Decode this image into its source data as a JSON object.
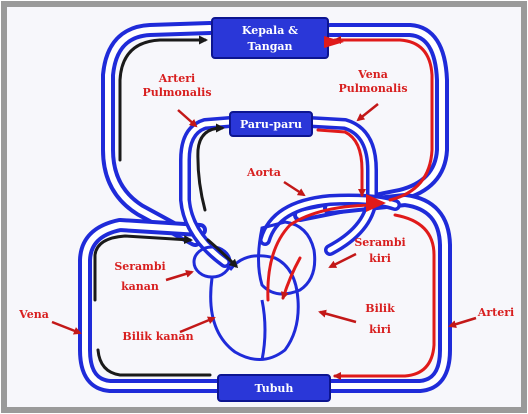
{
  "labels": {
    "head_arms": [
      "Kepala &",
      "Tangan"
    ],
    "lungs": "Paru-paru",
    "body": "Tubuh",
    "pulmonary_artery": [
      "Arteri",
      "Pulmonalis"
    ],
    "pulmonary_vein": [
      "Vena",
      "Pulmonalis"
    ],
    "aorta": "Aorta",
    "right_atrium": [
      "Serambi",
      "kanan"
    ],
    "left_atrium": [
      "Serambi",
      "kiri"
    ],
    "right_ventricle": "Bilik kanan",
    "left_ventricle": [
      "Bilik",
      "kiri"
    ],
    "vein": "Vena",
    "artery": "Arteri"
  },
  "colors": {
    "frame": "#9a9a9a",
    "vessel_blue": "#1f2bd9",
    "oxygenated_red": "#e01a1a",
    "deoxygenated_black": "#1a1a1a",
    "label_red": "#d81f1f",
    "box_fill": "#2a37d8",
    "background": "#f7f7fb"
  },
  "icons": {
    "flow_arrow": "arrow-head-icon",
    "pointer_arrow": "pointer-arrow-icon"
  }
}
